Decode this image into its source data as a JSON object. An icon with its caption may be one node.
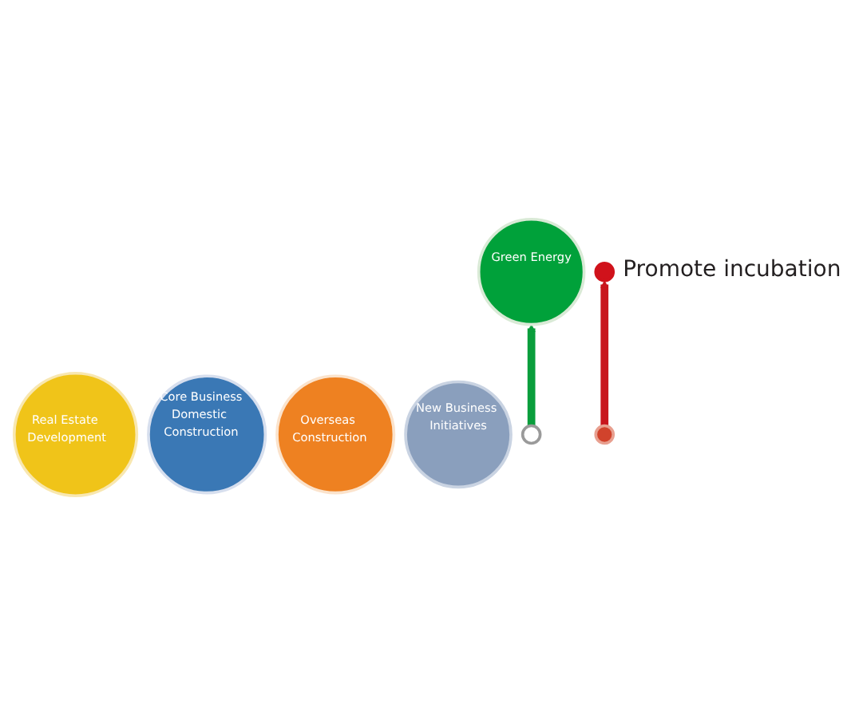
{
  "diagram": {
    "nodes": [
      {
        "text": [
          "Green Energy"
        ]
      },
      {
        "text": [
          "Real Estate Development"
        ]
      },
      {
        "text": [
          "Core Business",
          "Domestic Construction"
        ]
      },
      {
        "text": [
          "Overseas Construction"
        ]
      },
      {
        "text": [
          "New Business Initiatives"
        ]
      },
      {
        "text": [],
        "shape": "circle"
      },
      {
        "text": [],
        "shape": "circle"
      },
      {
        "text": [],
        "shape": "circle",
        "beside": [
          "Promote incubation"
        ]
      }
    ],
    "edges": [
      {
        "from": 5,
        "to": 0,
        "arrow": "to",
        "color": "#0a9e3c"
      },
      {
        "from": 6,
        "to": 7,
        "arrow": "to",
        "color": "#c8161d"
      }
    ]
  }
}
